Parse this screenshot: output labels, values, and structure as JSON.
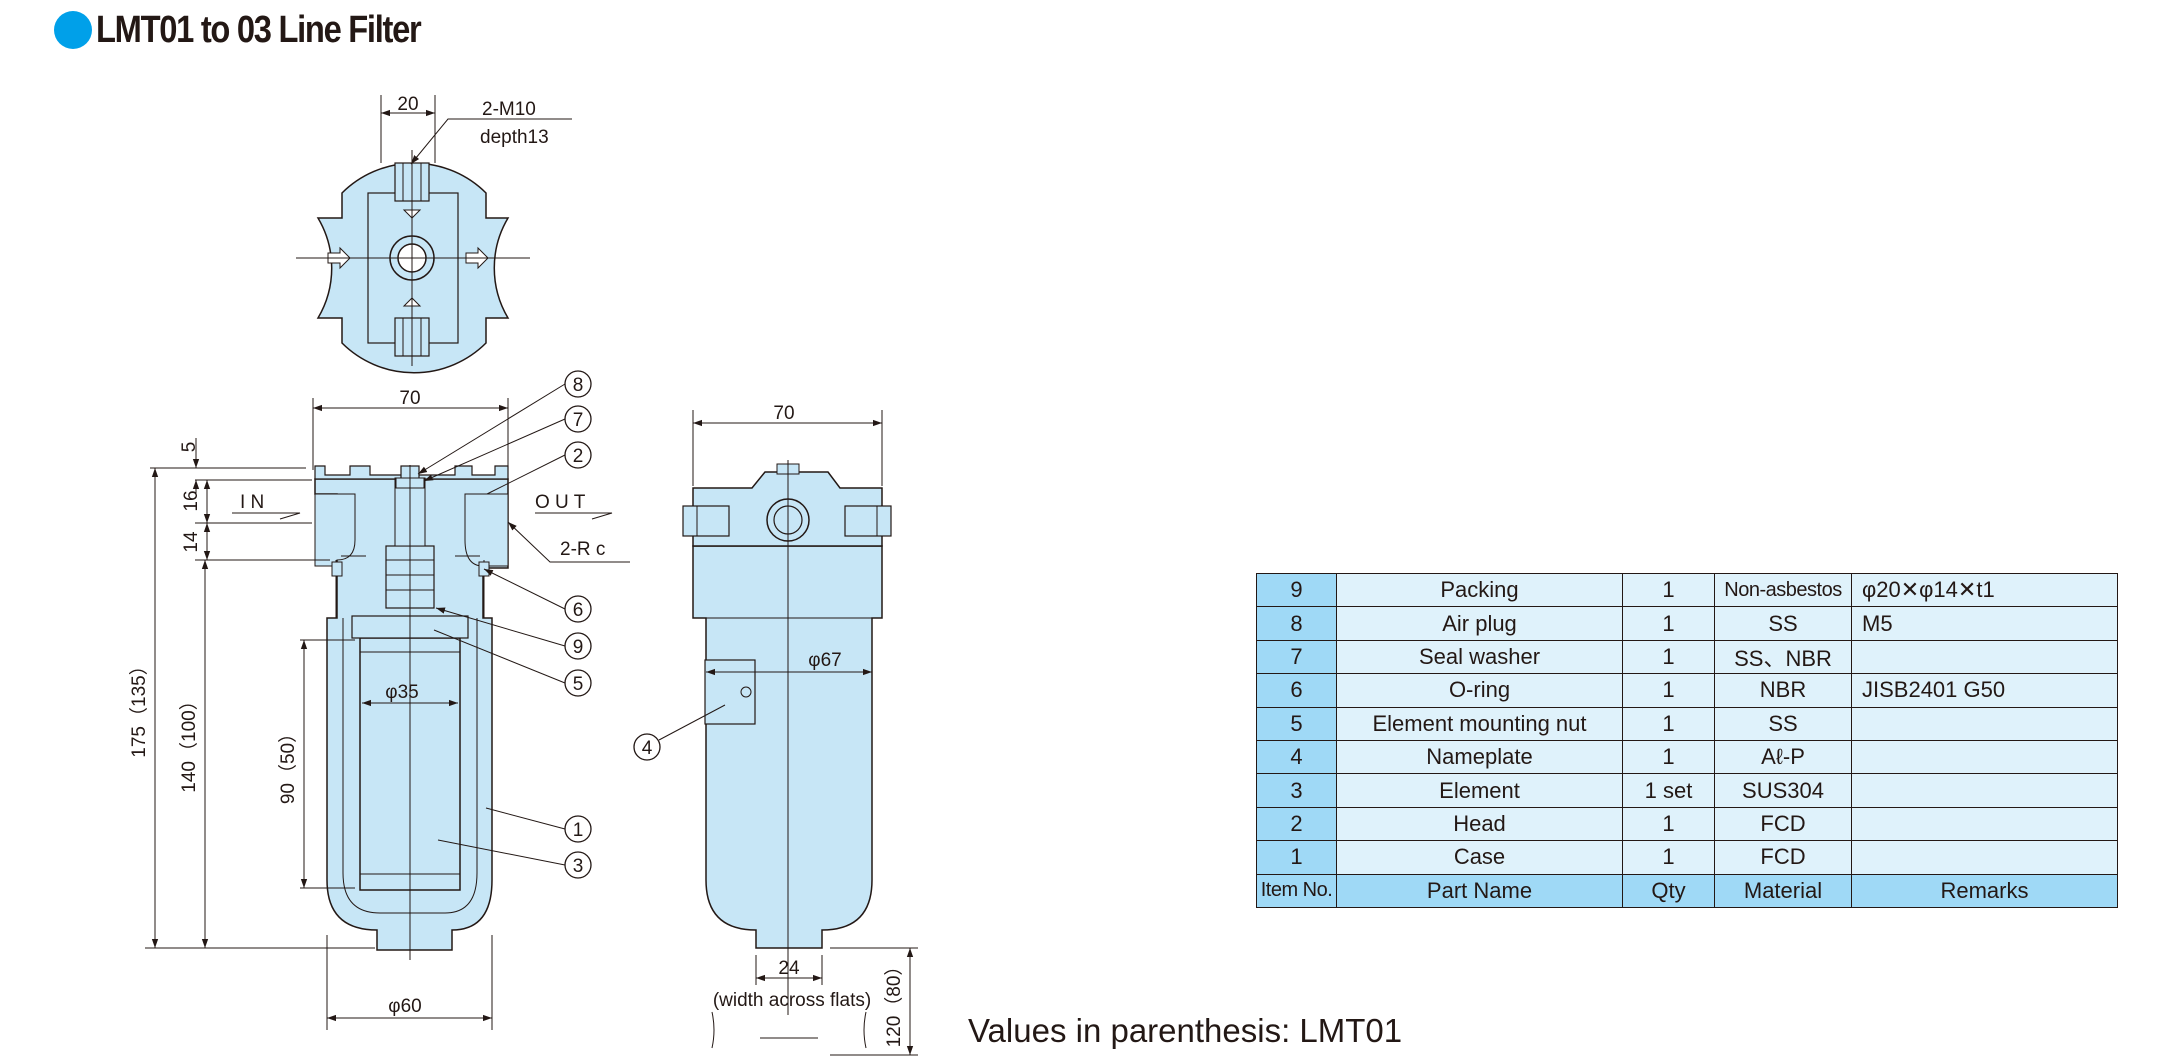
{
  "title": "LMT01 to 03 Line Filter",
  "colors": {
    "accent": "#00a0e9",
    "body_fill": "#c7e6f6",
    "table_header": "#9fd9f6",
    "table_cell": "#dff2fb",
    "line": "#231815"
  },
  "top_view": {
    "dim_width": "20",
    "callout_thread": "2-M10",
    "callout_depth": "depth13"
  },
  "front_view": {
    "dim_width": "70",
    "dim_5": "5",
    "dim_16": "16",
    "dim_14": "14",
    "dim_total": "175（135）",
    "dim_140": "140（100）",
    "dim_90": "90（50）",
    "dia_35": "φ35",
    "dia_60": "φ60",
    "label_in": "I N",
    "label_out": "O U T",
    "label_port": "2-R c"
  },
  "side_view": {
    "dim_width": "70",
    "dia_67": "φ67",
    "dim_24": "24",
    "width_across_flats": "(width across flats)",
    "dim_120": "120（80）"
  },
  "callouts": [
    "8",
    "7",
    "2",
    "6",
    "9",
    "5",
    "1",
    "3",
    "4"
  ],
  "parts_table": {
    "headers": [
      "Item No.",
      "Part Name",
      "Qty",
      "Material",
      "Remarks"
    ],
    "rows": [
      {
        "no": "9",
        "name": "Packing",
        "qty": "1",
        "material": "Non-asbestos",
        "remarks": "φ20✕φ14✕t1"
      },
      {
        "no": "8",
        "name": "Air plug",
        "qty": "1",
        "material": "SS",
        "remarks": "M5"
      },
      {
        "no": "7",
        "name": "Seal washer",
        "qty": "1",
        "material": "SS、NBR",
        "remarks": ""
      },
      {
        "no": "6",
        "name": "O-ring",
        "qty": "1",
        "material": "NBR",
        "remarks": "JISB2401 G50"
      },
      {
        "no": "5",
        "name": "Element mounting nut",
        "qty": "1",
        "material": "SS",
        "remarks": ""
      },
      {
        "no": "4",
        "name": "Nameplate",
        "qty": "1",
        "material": "Aℓ-P",
        "remarks": ""
      },
      {
        "no": "3",
        "name": "Element",
        "qty": "1 set",
        "material": "SUS304",
        "remarks": ""
      },
      {
        "no": "2",
        "name": "Head",
        "qty": "1",
        "material": "FCD",
        "remarks": ""
      },
      {
        "no": "1",
        "name": "Case",
        "qty": "1",
        "material": "FCD",
        "remarks": ""
      }
    ]
  },
  "note": "Values in parenthesis: LMT01"
}
